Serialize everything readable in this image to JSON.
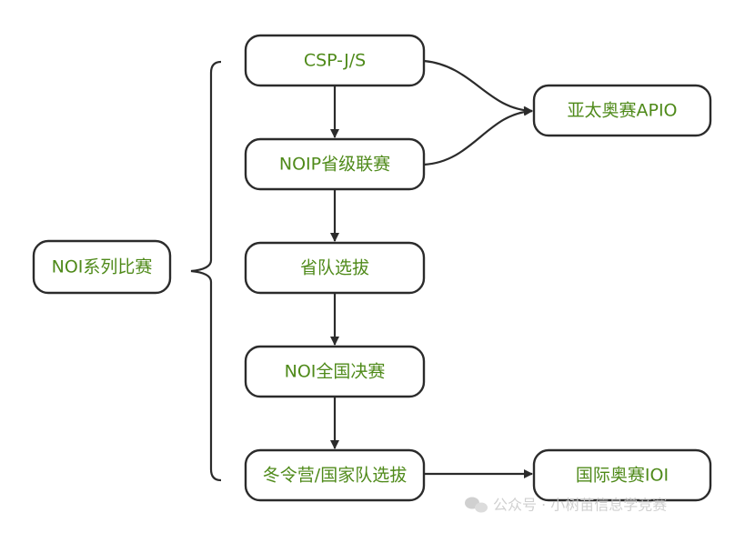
{
  "diagram": {
    "root": {
      "label": "NOI系列比赛"
    },
    "stages": [
      {
        "id": "csp",
        "label": "CSP-J/S"
      },
      {
        "id": "noip",
        "label": "NOIP省级联赛"
      },
      {
        "id": "province",
        "label": "省队选拔"
      },
      {
        "id": "noi",
        "label": "NOI全国决赛"
      },
      {
        "id": "camp",
        "label": "冬令营/国家队选拔"
      }
    ],
    "outcomes": [
      {
        "id": "apio",
        "label": "亚太奥赛APIO"
      },
      {
        "id": "ioi",
        "label": "国际奥赛IOI"
      }
    ],
    "edges": [
      {
        "from": "csp",
        "to": "noip"
      },
      {
        "from": "noip",
        "to": "province"
      },
      {
        "from": "province",
        "to": "noi"
      },
      {
        "from": "noi",
        "to": "camp"
      },
      {
        "from": "csp",
        "to": "apio"
      },
      {
        "from": "noip",
        "to": "apio"
      },
      {
        "from": "camp",
        "to": "ioi"
      }
    ]
  },
  "watermark": {
    "text": "公众号 · 小树苗信息学竞赛",
    "icon": "wechat-icon"
  },
  "colors": {
    "label_text": "#4f8a1a",
    "stroke": "#2b2b2b",
    "background": "#ffffff"
  }
}
